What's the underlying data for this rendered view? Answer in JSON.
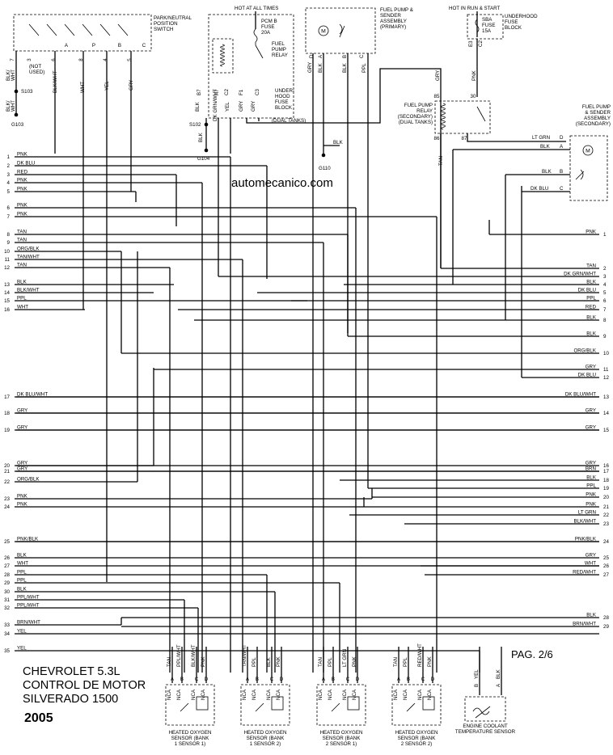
{
  "title": {
    "line1": "CHEVROLET 5.3L",
    "line2": "CONTROL DE MOTOR",
    "line3": "SILVERADO 1500",
    "year": "2005"
  },
  "watermark": "automecanico.com",
  "page": "PAG. 2/6",
  "top": {
    "pnp": {
      "label": [
        "PARK/NEUTRAL",
        "POSITION",
        "SWITCH"
      ],
      "pins": [
        "A",
        "P",
        "B",
        "C"
      ],
      "notused": [
        "(NOT",
        "USED)"
      ],
      "pinnums": [
        "7",
        "3",
        "6",
        "8",
        "4",
        "5"
      ],
      "wires": [
        "BLK/WHT",
        "BLK/WHT",
        "WHT",
        "YEL",
        "GRY"
      ],
      "s103": "S103",
      "g103": "G103",
      "blkwht": [
        "BLK/",
        "WHT"
      ]
    },
    "relay1": {
      "hot": "HOT AT ALL TIMES",
      "fuse": [
        "PCM B",
        "FUSE",
        "20A"
      ],
      "relay": [
        "FUEL",
        "PUMP",
        "RELAY"
      ],
      "uh": [
        "UNDER-",
        "HOOD",
        "FUSE",
        "BLOCK"
      ],
      "dual": "(DUAL TANKS)",
      "pins": [
        "B7",
        "A7",
        "C2",
        "F1",
        "C3"
      ],
      "wires": [
        "BLK",
        "DK GRN/WHT",
        "YEL",
        "GRY",
        "GRY"
      ],
      "s102": "S102",
      "g104": "G104",
      "blk": "BLK"
    },
    "fp1": {
      "label": [
        "FUEL PUMP &",
        "SENDER",
        "ASSEMBLY",
        "(PRIMARY)"
      ],
      "pins": [
        "D",
        "A",
        "B",
        "C"
      ],
      "wires": [
        "GRY",
        "BLK",
        "BLK",
        "PPL"
      ],
      "g110": "G110",
      "blk": "BLK"
    },
    "fuse2": {
      "hot": "HOT IN RUN & START",
      "fuse": [
        "SBA",
        "FUSE",
        "15A"
      ],
      "uh": [
        "UNDERHOOD",
        "FUSE",
        "BLOCK"
      ],
      "pins": [
        "E3",
        "C2"
      ]
    },
    "relay2": {
      "label": [
        "FUEL PUMP",
        "RELAY",
        "(SECONDARY)",
        "(DUAL TANKS)"
      ],
      "pins": [
        "85",
        "30",
        "86",
        "87"
      ],
      "wires": [
        "GRY",
        "PNK",
        "TAN"
      ]
    },
    "fp2": {
      "label": [
        "FUEL PUMP",
        "& SENDER",
        "ASSEMBLY",
        "(SECONDARY)"
      ],
      "pins": [
        "D",
        "A",
        "B",
        "C"
      ],
      "wires": [
        "LT GRN",
        "BLK",
        "BLK",
        "DK BLU"
      ]
    }
  },
  "left": [
    {
      "n": "1",
      "w": "PNK"
    },
    {
      "n": "2",
      "w": "DK BLU"
    },
    {
      "n": "3",
      "w": "RED"
    },
    {
      "n": "4",
      "w": "PNK"
    },
    {
      "n": "5",
      "w": "PNK"
    },
    {
      "n": "6",
      "w": "PNK"
    },
    {
      "n": "7",
      "w": "PNK"
    },
    {
      "n": "8",
      "w": "TAN"
    },
    {
      "n": "9",
      "w": "TAN"
    },
    {
      "n": "10",
      "w": "ORG/BLK"
    },
    {
      "n": "11",
      "w": "TAN/WHT"
    },
    {
      "n": "12",
      "w": "TAN"
    },
    {
      "n": "13",
      "w": "BLK"
    },
    {
      "n": "14",
      "w": "BLK/WHT"
    },
    {
      "n": "15",
      "w": "PPL"
    },
    {
      "n": "16",
      "w": "WHT"
    },
    {
      "n": "17",
      "w": "DK BLU/WHT"
    },
    {
      "n": "18",
      "w": "GRY"
    },
    {
      "n": "19",
      "w": "GRY"
    },
    {
      "n": "20",
      "w": "GRY"
    },
    {
      "n": "21",
      "w": "GRY"
    },
    {
      "n": "22",
      "w": "ORG/BLK"
    },
    {
      "n": "23",
      "w": "PNK"
    },
    {
      "n": "24",
      "w": "PNK"
    },
    {
      "n": "25",
      "w": "PNK/BLK"
    },
    {
      "n": "26",
      "w": "BLK"
    },
    {
      "n": "27",
      "w": "WHT"
    },
    {
      "n": "28",
      "w": "PPL"
    },
    {
      "n": "29",
      "w": "PPL"
    },
    {
      "n": "30",
      "w": "BLK"
    },
    {
      "n": "31",
      "w": "PPL/WHT"
    },
    {
      "n": "32",
      "w": "PPL/WHT"
    },
    {
      "n": "33",
      "w": "BRN/WHT"
    },
    {
      "n": "34",
      "w": "YEL"
    },
    {
      "n": "35",
      "w": "YEL"
    }
  ],
  "right": [
    {
      "n": "1",
      "w": "PNK"
    },
    {
      "n": "2",
      "w": "TAN"
    },
    {
      "n": "3",
      "w": "DK GRN/WHT"
    },
    {
      "n": "4",
      "w": "BLK"
    },
    {
      "n": "5",
      "w": "DK BLU"
    },
    {
      "n": "6",
      "w": "PPL"
    },
    {
      "n": "7",
      "w": "RED"
    },
    {
      "n": "8",
      "w": "BLK"
    },
    {
      "n": "9",
      "w": "BLK"
    },
    {
      "n": "10",
      "w": "ORG/BLK"
    },
    {
      "n": "11",
      "w": "GRY"
    },
    {
      "n": "12",
      "w": "DK BLU"
    },
    {
      "n": "13",
      "w": "DK BLU/WHT"
    },
    {
      "n": "14",
      "w": "GRY"
    },
    {
      "n": "15",
      "w": "GRY"
    },
    {
      "n": "16",
      "w": "GRY"
    },
    {
      "n": "17",
      "w": "BRN"
    },
    {
      "n": "18",
      "w": "BLK"
    },
    {
      "n": "19",
      "w": "PPL"
    },
    {
      "n": "20",
      "w": "PNK"
    },
    {
      "n": "21",
      "w": "PNK"
    },
    {
      "n": "22",
      "w": "LT GRN"
    },
    {
      "n": "23",
      "w": "BLK/WHT"
    },
    {
      "n": "24",
      "w": "PNK/BLK"
    },
    {
      "n": "25",
      "w": "GRY"
    },
    {
      "n": "26",
      "w": "WHT"
    },
    {
      "n": "27",
      "w": "RED/WHT"
    },
    {
      "n": "28",
      "w": "BLK"
    },
    {
      "n": "29",
      "w": "BRN/WHT"
    }
  ],
  "sensors": [
    {
      "wires": [
        "TAN",
        "PPL/WHT",
        "BLK/WHT",
        "PNK"
      ],
      "pins": [
        "A",
        "B",
        "C",
        "D"
      ],
      "label": [
        "HEATED OXYGEN",
        "SENSOR (BANK",
        "1 SENSOR 1)"
      ]
    },
    {
      "wires": [
        "TAN/WHT",
        "PPL",
        "BLK",
        "PNK"
      ],
      "pins": [
        "A",
        "B",
        "C",
        "D"
      ],
      "label": [
        "HEATED OXYGEN",
        "SENSOR (BANK",
        "1 SENSOR 2)"
      ]
    },
    {
      "wires": [
        "TAN",
        "PPL",
        "LT GRN",
        "PNK"
      ],
      "pins": [
        "A",
        "B",
        "C",
        "D"
      ],
      "label": [
        "HEATED OXYGEN",
        "SENSOR (BANK",
        "2 SENSOR 1)"
      ]
    },
    {
      "wires": [
        "TAN",
        "PPL",
        "RED/WHT",
        "PNK"
      ],
      "pins": [
        "A",
        "B",
        "C",
        "D"
      ],
      "label": [
        "HEATED OXYGEN",
        "SENSOR (BANK",
        "2 SENSOR 2)"
      ]
    }
  ],
  "nca": "NCA",
  "ect": {
    "wires": [
      "YEL",
      "BLK"
    ],
    "pins": [
      "B",
      "A"
    ],
    "label": [
      "ENGINE COOLANT",
      "TEMPERATURE SENSOR"
    ]
  }
}
